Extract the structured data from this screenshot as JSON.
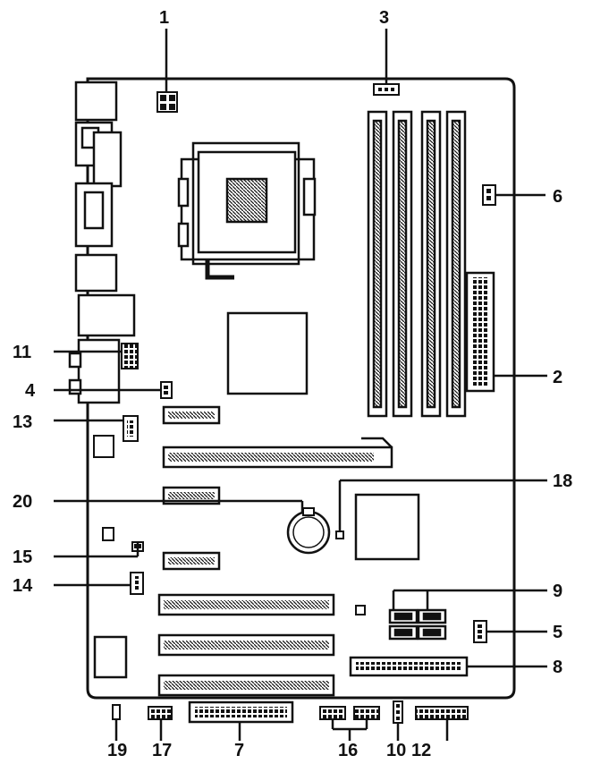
{
  "callouts": {
    "n1": "1",
    "n2": "2",
    "n3": "3",
    "n4": "4",
    "n5": "5",
    "n6": "6",
    "n7": "7",
    "n8": "8",
    "n9": "9",
    "n10": "10",
    "n11": "11",
    "n12": "12",
    "n13": "13",
    "n14": "14",
    "n15": "15",
    "n16": "16",
    "n17": "17",
    "n18": "18",
    "n19": "19",
    "n20": "20"
  },
  "colors": {
    "ink": "#111111",
    "board": "#ffffff",
    "fill_dark": "#222222",
    "fill_mid": "#555555"
  }
}
